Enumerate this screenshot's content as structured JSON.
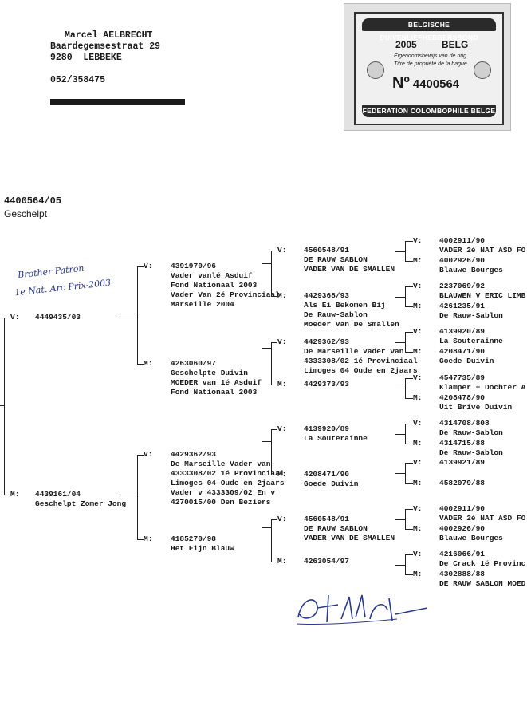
{
  "owner": {
    "name": "Marcel AELBRECHT",
    "street": "Baardegemsestraat 29",
    "city": "9280  LEBBEKE",
    "phone": "052/358475"
  },
  "stamp": {
    "org_top": "BELGISCHE DUIVENLIEFHEBBERSBOND",
    "year": "2005",
    "country": "BELG",
    "line1": "Eigendomsbewijs van de ring",
    "line2": "Titre de propriété de la bague",
    "no_label": "Nº",
    "number": "4400564",
    "org_bottom": "FEDERATION COLOMBOPHILE BELGE"
  },
  "subject": {
    "ring": "4400564/05",
    "color": "Geschelpt"
  },
  "annotation": {
    "line1": "Brother Patron",
    "line2": "1e Nat. Arc Prix-2003"
  },
  "labels": {
    "father": "V:",
    "mother": "M:"
  },
  "pedigree": {
    "father": {
      "lines": [
        "4449435/03"
      ]
    },
    "mother": {
      "lines": [
        "4439161/04",
        "Geschelpt Zomer Jong"
      ]
    },
    "ff": {
      "lines": [
        "4391970/96",
        "Vader vanlé Asduif",
        "Fond Nationaal 2003",
        "Vader Van 2é Provinciaal",
        "Marseille 2004"
      ]
    },
    "fm": {
      "lines": [
        "4263060/97",
        "Geschelpte Duivin",
        "MOEDER van 1é Asduif",
        "Fond Nationaal 2003"
      ]
    },
    "mf": {
      "lines": [
        "4429362/93",
        "De Marseille Vader van",
        "4333308/02 1é Provinciaal",
        "Limoges 04 Oude en 2jaars",
        "Vader v 4333309/02 En v",
        "4270015/00 Den Beziers"
      ]
    },
    "mm": {
      "lines": [
        "4185270/98",
        "Het Fijn Blauw"
      ]
    },
    "fff": {
      "lines": [
        "4560548/91",
        "DE RAUW_SABLON",
        "VADER VAN DE SMALLEN"
      ]
    },
    "ffm": {
      "lines": [
        "4429368/93",
        "Als Ei Bekomen Bij",
        "De Rauw-Sablon",
        "Moeder Van De Smallen"
      ]
    },
    "fmf": {
      "lines": [
        "4429362/93",
        "De Marseille Vader van",
        "4333308/02 1é Provinciaal",
        "Limoges 04 Oude en 2jaars"
      ]
    },
    "fmm": {
      "lines": [
        "4429373/93"
      ]
    },
    "mff": {
      "lines": [
        "4139920/89",
        "La Souterainne"
      ]
    },
    "mfm": {
      "lines": [
        "4208471/90",
        "Goede Duivin"
      ]
    },
    "mmf": {
      "lines": [
        "4560548/91",
        "DE RAUW_SABLON",
        "VADER VAN DE SMALLEN"
      ]
    },
    "mmm": {
      "lines": [
        "4263054/97"
      ]
    },
    "g1": {
      "lines": [
        "4002911/90",
        "VADER 2é NAT ASD FO"
      ]
    },
    "g2": {
      "lines": [
        "4002926/90",
        "Blauwe Bourges"
      ]
    },
    "g3": {
      "lines": [
        "2237069/92",
        "BLAUWEN V ERIC LIMB"
      ]
    },
    "g4": {
      "lines": [
        "4261235/91",
        "De Rauw-Sablon"
      ]
    },
    "g5": {
      "lines": [
        "4139920/89",
        "La Souterainne"
      ]
    },
    "g6": {
      "lines": [
        "4208471/90",
        "Goede Duivin"
      ]
    },
    "g7": {
      "lines": [
        "4547735/89",
        "Klamper + Dochter A"
      ]
    },
    "g8": {
      "lines": [
        "4208478/90",
        "Uit Brive Duivin"
      ]
    },
    "g9": {
      "lines": [
        "4314708/808",
        "De Rauw-Sablon"
      ]
    },
    "g10": {
      "lines": [
        "4314715/88",
        "De Rauw-Sablon"
      ]
    },
    "g11": {
      "lines": [
        "4139921/89"
      ]
    },
    "g12": {
      "lines": [
        "4582079/88"
      ]
    },
    "g13": {
      "lines": [
        "4002911/90",
        "VADER 2é NAT ASD FO"
      ]
    },
    "g14": {
      "lines": [
        "4002926/90",
        "Blauwe Bourges"
      ]
    },
    "g15": {
      "lines": [
        "4216066/91",
        "De Crack 1é Provinc"
      ]
    },
    "g16": {
      "lines": [
        "4302888/88",
        "DE RAUW SABLON MOED"
      ]
    }
  }
}
